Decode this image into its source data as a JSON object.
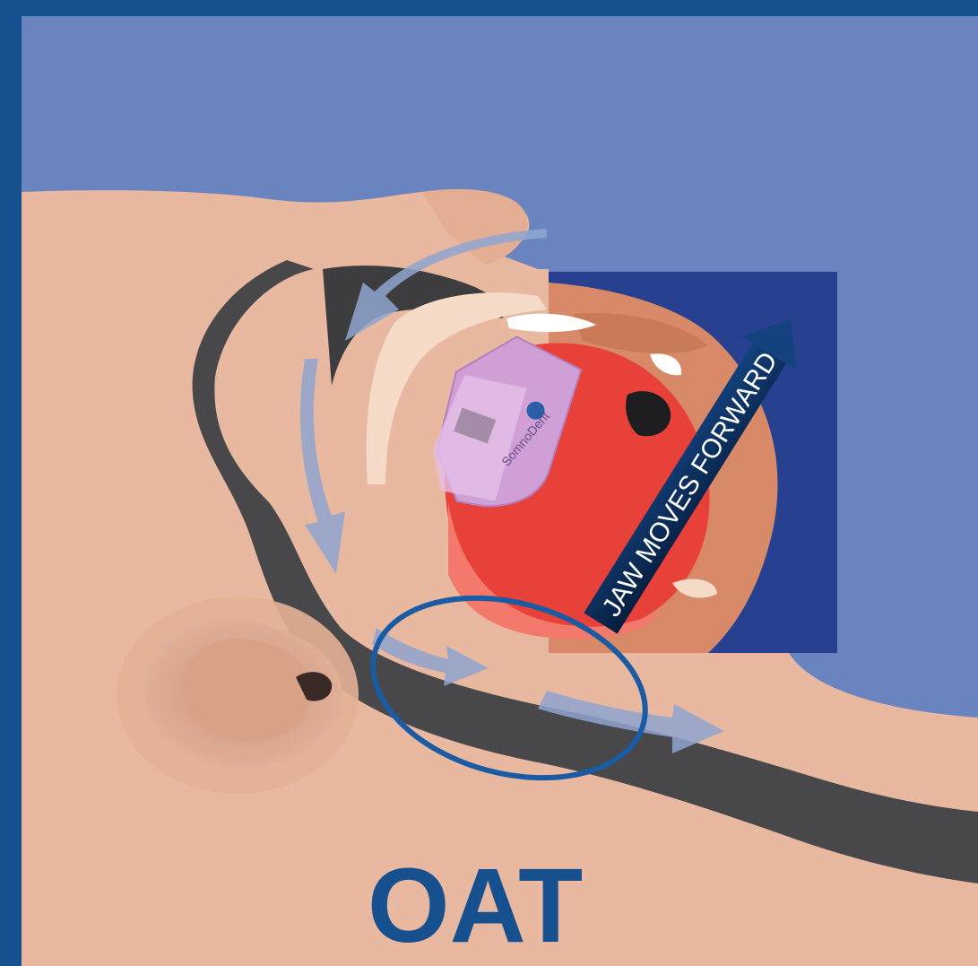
{
  "diagram": {
    "title": "OAT",
    "arrow_label": "JAW MOVES FORWARD",
    "device_brand": "SomnoDent"
  },
  "colors": {
    "frame": "#17508f",
    "background": "#6a84bf",
    "skin": "#e8b9a0",
    "airway": "#4b4b4d",
    "tongue": "#e8413a",
    "device": "#cf9fd6",
    "highlight_box": "#27408f",
    "arrow": "#0e2f5c",
    "airflow_arrows": "#8fa5cf",
    "focus_ellipse": "#1b5ba3"
  },
  "icons": [
    "airflow-arrow-icon",
    "device-logo-icon"
  ]
}
